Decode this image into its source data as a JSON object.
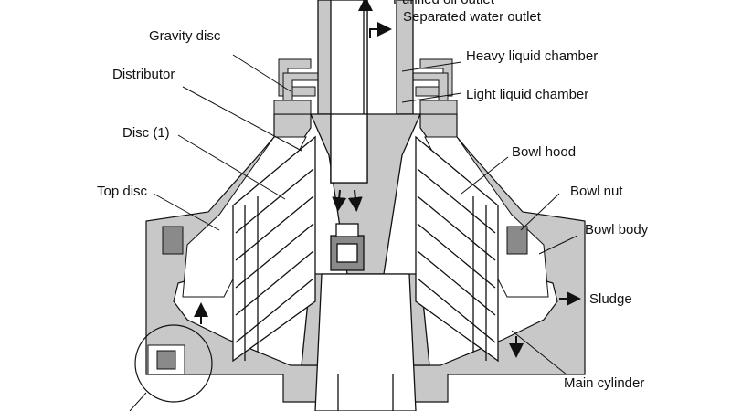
{
  "labels": {
    "purified_oil_outlet": "Purified oil outlet",
    "separated_water_outlet": "Separated water outlet",
    "gravity_disc": "Gravity disc",
    "distributor": "Distributor",
    "heavy_liquid_chamber": "Heavy liquid chamber",
    "light_liquid_chamber": "Light liquid chamber",
    "disc_1": "Disc (1)",
    "bowl_hood": "Bowl hood",
    "top_disc": "Top disc",
    "bowl_nut": "Bowl nut",
    "bowl_body": "Bowl body",
    "sludge": "Sludge",
    "main_cylinder": "Main cylinder"
  },
  "colors": {
    "metal_fill": "#c8c8c8",
    "dark_fill": "#8a8a8a",
    "line": "#111111",
    "background": "#ffffff"
  }
}
